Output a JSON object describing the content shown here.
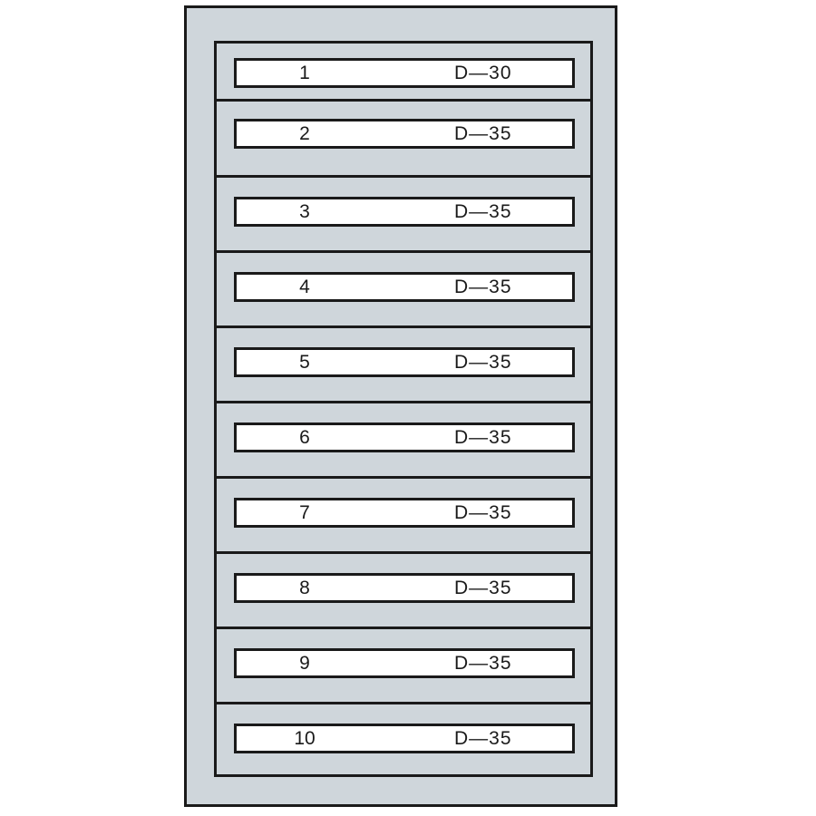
{
  "colors": {
    "cabinet_fill": "#cfd6db",
    "outline": "#1a1a1a",
    "label_fill": "#ffffff"
  },
  "drawers": [
    {
      "number": "1",
      "code": "D—30"
    },
    {
      "number": "2",
      "code": "D—35"
    },
    {
      "number": "3",
      "code": "D—35"
    },
    {
      "number": "4",
      "code": "D—35"
    },
    {
      "number": "5",
      "code": "D—35"
    },
    {
      "number": "6",
      "code": "D—35"
    },
    {
      "number": "7",
      "code": "D—35"
    },
    {
      "number": "8",
      "code": "D—35"
    },
    {
      "number": "9",
      "code": "D—35"
    },
    {
      "number": "10",
      "code": "D—35"
    }
  ]
}
